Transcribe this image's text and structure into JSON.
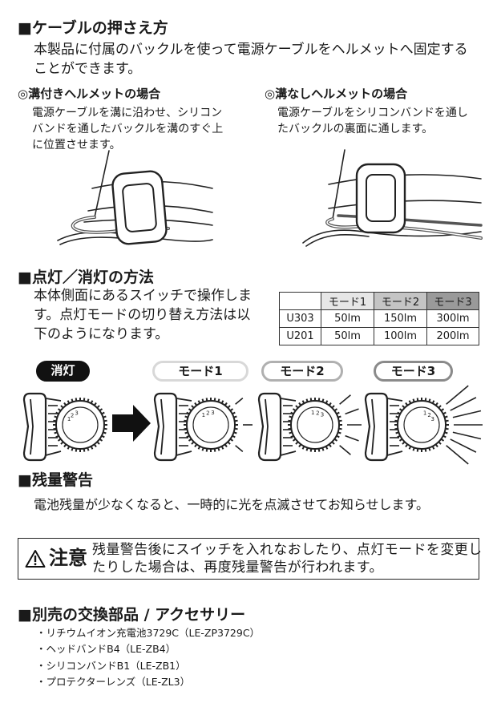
{
  "cable": {
    "heading": "■ケーブルの押さえ方",
    "intro_lines": [
      "本製品に付属のバックルを使って電源ケーブルをヘルメットへ固定する",
      "ことができます。"
    ],
    "grooved": {
      "title": "◎溝付きヘルメットの場合",
      "lines": [
        "電源ケーブルを溝に沿わせ、シリコン",
        "バンドを通したバックルを溝のすぐ上",
        "に位置させます。"
      ]
    },
    "ungrooved": {
      "title": "◎溝なしヘルメットの場合",
      "lines": [
        "電源ケーブルをシリコンバンドを通し",
        "たバックルの裏面に通します。"
      ]
    }
  },
  "onoff": {
    "heading": "■点灯／消灯の方法",
    "lines": [
      "本体側面にあるスイッチで操作しま",
      "す。点灯モードの切り替え方法は以",
      "下のようになります。"
    ],
    "table": {
      "headers": [
        "モード1",
        "モード2",
        "モード3"
      ],
      "rows": [
        [
          "U303",
          "50lm",
          "150lm",
          "300lm"
        ],
        [
          "U201",
          "50lm",
          "100lm",
          "200lm"
        ]
      ]
    },
    "modes": [
      "消灯",
      "モード1",
      "モード2",
      "モード3"
    ],
    "dial_marks": [
      "1",
      "2",
      "3"
    ]
  },
  "battery": {
    "heading": "■残量警告",
    "text": "電池残量が少なくなると、一時的に光を点滅させてお知らせします。"
  },
  "caution": {
    "label": "注意",
    "icon": "warning-triangle-icon",
    "lines": [
      "残量警告後にスイッチを入れなおしたり、点灯モードを変更し",
      "たりした場合は、再度残量警告が行われます。"
    ]
  },
  "accessories": {
    "heading": "■別売の交換部品 / アクセサリー",
    "items": [
      "・リチウムイオン充電池3729C（LE-ZP3729C）",
      "・ヘッドバンドB4（LE-ZB4）",
      "・シリコンバンドB1（LE-ZB1）",
      "・プロテクターレンズ（LE-ZL3）"
    ]
  },
  "colors": {
    "text": "#1a1a1a",
    "mode1": "#e6e6e6",
    "mode2": "#c4c4c4",
    "mode3": "#9a9a9a",
    "off_pill": "#111111"
  }
}
